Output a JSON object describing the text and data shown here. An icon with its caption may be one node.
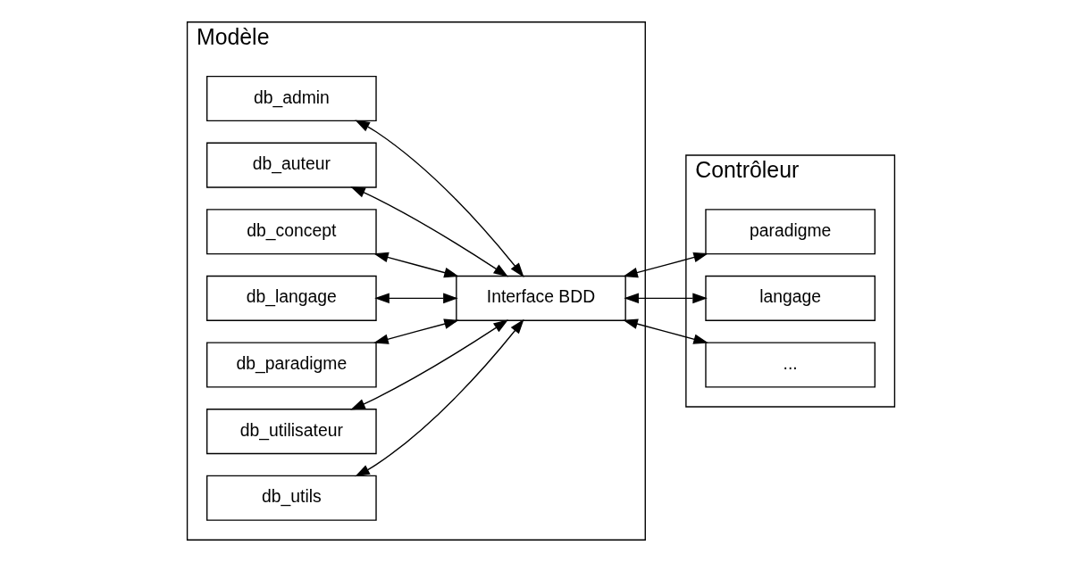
{
  "diagram": {
    "nodes": [
      {
        "text": [
          "Modèle"
        ]
      },
      {
        "text": [
          "db_admin"
        ],
        "in": 0
      },
      {
        "text": [
          "db_auteur"
        ],
        "in": 0
      },
      {
        "text": [
          "db_concept"
        ],
        "in": 0
      },
      {
        "text": [
          "db_langage"
        ],
        "in": 0
      },
      {
        "text": [
          "db_paradigme"
        ],
        "in": 0
      },
      {
        "text": [
          "db_utilisateur"
        ],
        "in": 0
      },
      {
        "text": [
          "db_utils"
        ],
        "in": 0
      },
      {
        "text": [
          "Interface BDD"
        ],
        "in": 0
      },
      {
        "text": [
          "Contrôleur"
        ]
      },
      {
        "text": [
          "paradigme"
        ],
        "in": 9
      },
      {
        "text": [
          "langage"
        ],
        "in": 9
      },
      {
        "text": [
          "..."
        ],
        "in": 9
      }
    ],
    "edges": [
      {
        "from": 8,
        "to": 1,
        "arrow": "both"
      },
      {
        "from": 8,
        "to": 2,
        "arrow": "both"
      },
      {
        "from": 8,
        "to": 3,
        "arrow": "both"
      },
      {
        "from": 8,
        "to": 4,
        "arrow": "both"
      },
      {
        "from": 8,
        "to": 5,
        "arrow": "both"
      },
      {
        "from": 8,
        "to": 6,
        "arrow": "both"
      },
      {
        "from": 8,
        "to": 7,
        "arrow": "both"
      },
      {
        "from": 8,
        "to": 10,
        "arrow": "both"
      },
      {
        "from": 8,
        "to": 11,
        "arrow": "both"
      },
      {
        "from": 8,
        "to": 12,
        "arrow": "both"
      }
    ]
  }
}
